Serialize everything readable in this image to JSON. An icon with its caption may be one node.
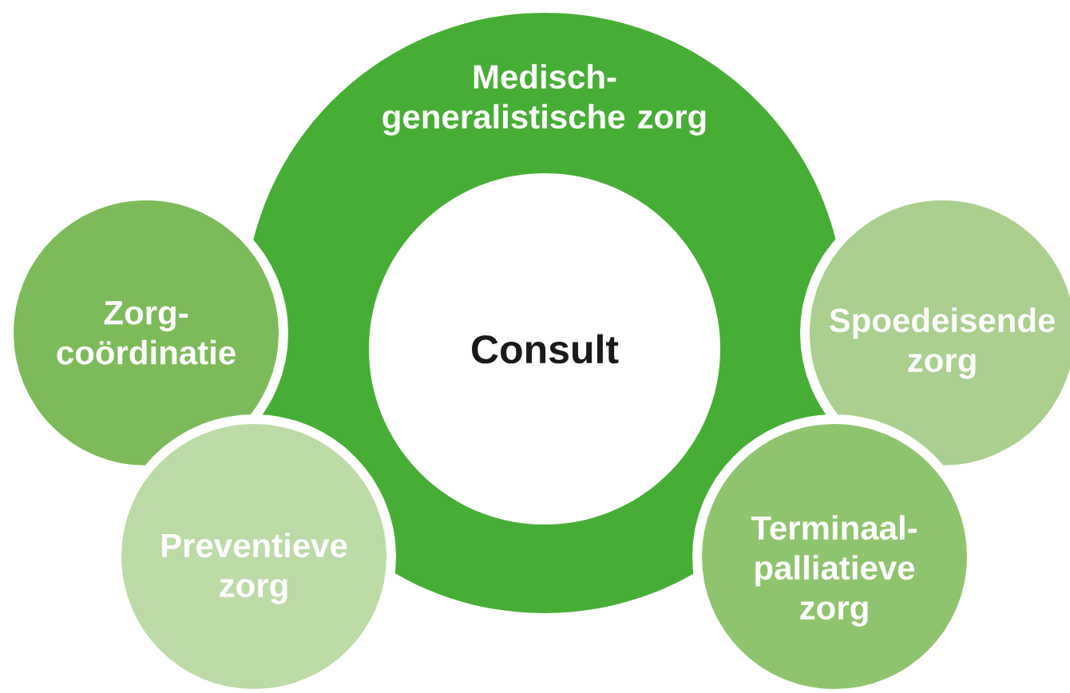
{
  "diagram": {
    "nodes": [
      {
        "text": [
          "Medisch- generalistische zorg"
        ]
      },
      {
        "text": [
          "Zorg- coördinatie"
        ]
      },
      {
        "text": [
          "Consult"
        ],
        "in": 0
      },
      {
        "text": [
          "Spoedeisende zorg"
        ]
      },
      {
        "text": [
          "Preventieve zorg"
        ]
      },
      {
        "text": [
          "Terminaal- palliatieve zorg"
        ]
      }
    ]
  }
}
